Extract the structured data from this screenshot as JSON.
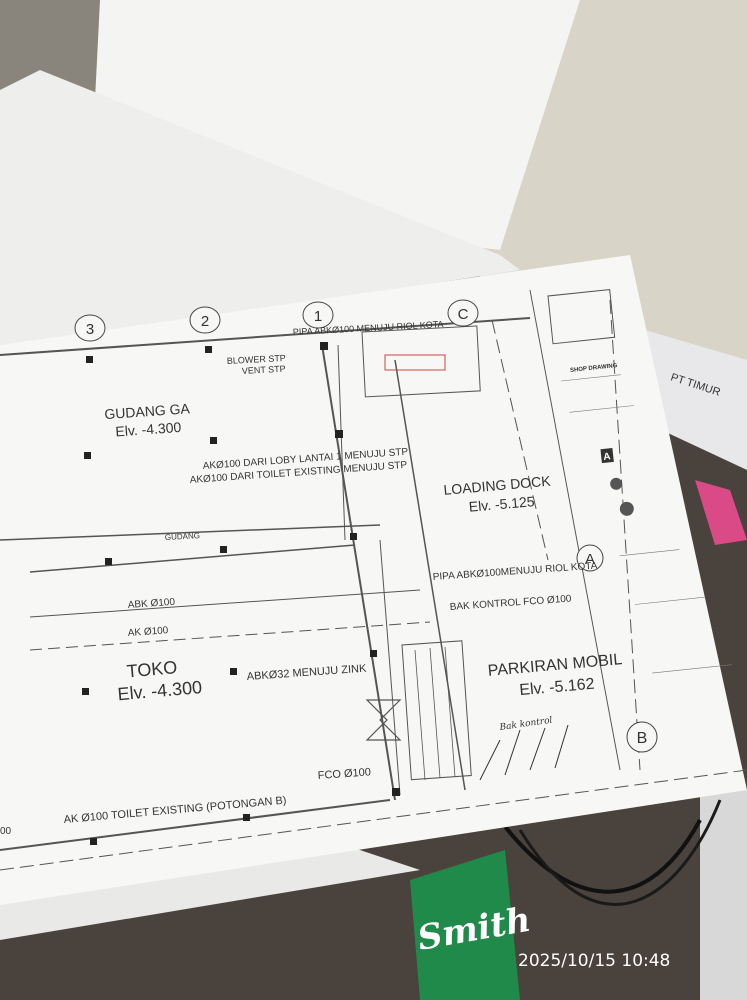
{
  "photo": {
    "timestamp": "2025/10/15 10:48"
  },
  "drawing": {
    "grid_markers": [
      "3",
      "2",
      "1",
      "C",
      "A",
      "B"
    ],
    "rooms": [
      {
        "name": "GUDANG GA",
        "elevation": "Elv. -4.300"
      },
      {
        "name": "LOADING DOCK",
        "elevation": "Elv. -5.125"
      },
      {
        "name": "TOKO",
        "elevation": "Elv. -4.300"
      },
      {
        "name": "PARKIRAN MOBIL",
        "elevation": "Elv. -5.162"
      }
    ],
    "annotations": {
      "pipa_riol_top": "PIPA ABKØ100 MENUJU RIOL KOTA",
      "blower": "BLOWER STP",
      "vent": "VENT STP",
      "loby": "AKØ100 DARI LOBY LANTAI 1 MENUJU STP",
      "toilet_stp": "AKØ100 DARI TOILET EXISTING MENUJU STP",
      "gudang": "GUDANG",
      "abk100": "ABK Ø100",
      "ak100": "AK Ø100",
      "abk32": "ABKØ32 MENUJU ZINK",
      "pipa_riol_mid": "PIPA ABKØ100MENUJU RIOL KOTA",
      "bak_kontrol": "BAK KONTROL FCO Ø100",
      "fco": "FCO Ø100",
      "toilet_existing": "AK Ø100 TOILET EXISTING (POTONGAN B)",
      "edge_fragment": "00",
      "handwritten": "Bak kontrol"
    },
    "title_block": {
      "heading": "SHOP DRAWING",
      "logo_letter": "A"
    }
  },
  "background": {
    "pack_brand": "Smith",
    "label_fragment": "PT TIMUR"
  }
}
